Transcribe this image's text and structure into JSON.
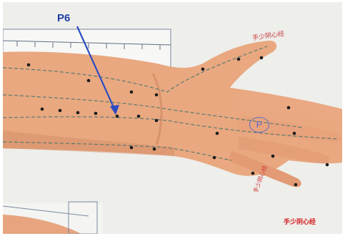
{
  "photo": {
    "p6_label": "P6",
    "p_label": "P",
    "top_red_text": "手少阴心经",
    "bottom_red_text": "手少阴心经"
  },
  "colors": {
    "skin": "#e8a783",
    "skin_shadow": "#c97d5e",
    "paper": "#f1f1ee",
    "arrow": "#2c4dc2",
    "meridian_dash": "#5a7a70",
    "red_text": "#d21e1e"
  }
}
